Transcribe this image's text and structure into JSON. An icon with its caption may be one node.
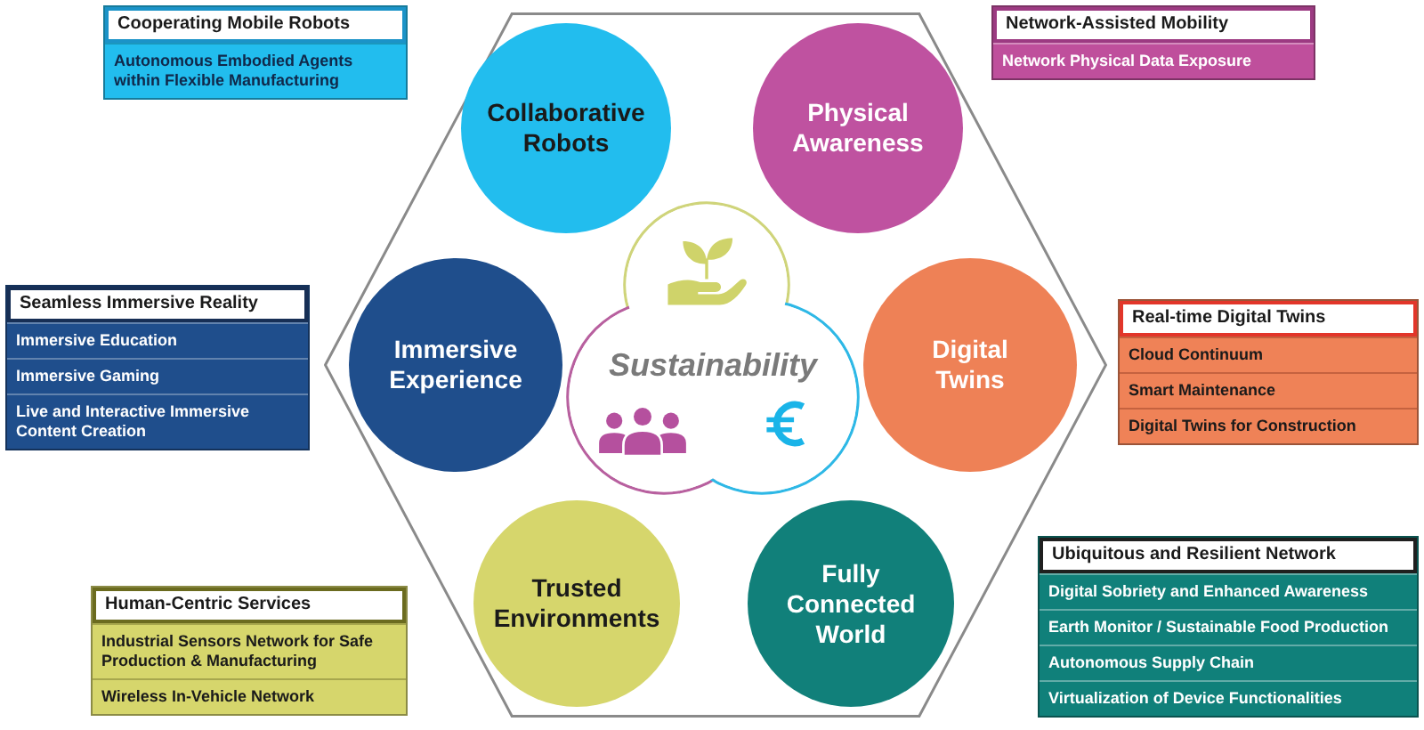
{
  "diagram": {
    "nodes": [
      {
        "text": [
          "Cooperating Mobile Robots"
        ]
      },
      {
        "text": [
          "Autonomous Embodied Agents within Flexible Manufacturing"
        ],
        "in": 0
      },
      {
        "text": [],
        "shape": "hexagon"
      },
      {
        "text": [
          "Collaborative Robots"
        ],
        "in": 2
      },
      {
        "text": [
          "Physical Awareness"
        ],
        "in": 2
      },
      {
        "text": [
          "Network-Assisted Mobility"
        ]
      },
      {
        "text": [
          "Network Physical Data Exposure"
        ],
        "in": 5
      },
      {
        "text": [
          "Seamless Immersive Reality"
        ]
      },
      {
        "text": [
          "Immersive Education"
        ],
        "in": 7
      },
      {
        "text": [
          "Immersive Gaming"
        ],
        "in": 7
      },
      {
        "text": [
          "Live and Interactive Immersive Content Creation"
        ],
        "in": 7
      },
      {
        "text": [
          "Immersive Experience"
        ],
        "in": 2
      },
      {
        "text": [
          "Sustainability"
        ],
        "in": 2
      },
      {
        "text": [
          "Digital Twins"
        ],
        "in": 2
      },
      {
        "text": [
          "Real-time Digital Twins"
        ]
      },
      {
        "text": [
          "Cloud Continuum"
        ],
        "in": 14
      },
      {
        "text": [
          "Smart Maintenance"
        ],
        "in": 14
      },
      {
        "text": [
          "Digital Twins for Construction"
        ],
        "in": 14
      },
      {
        "text": [
          "Human-Centric Services"
        ]
      },
      {
        "text": [
          "Industrial Sensors Network for Safe Production & Manufacturing"
        ],
        "in": 18
      },
      {
        "text": [
          "Wireless In-Vehicle Network"
        ],
        "in": 18
      },
      {
        "text": [
          "Trusted Environments"
        ],
        "in": 2
      },
      {
        "text": [
          "Fully Connected World"
        ],
        "in": 2
      },
      {
        "text": [
          "Ubiquitous and Resilient Network"
        ]
      },
      {
        "text": [
          "Digital Sobriety and Enhanced Awareness"
        ],
        "in": 23
      },
      {
        "text": [
          "Earth Monitor / Sustainable Food Production"
        ],
        "in": 23
      },
      {
        "text": [
          "Autonomous Supply Chain"
        ],
        "in": 23
      },
      {
        "text": [
          "Virtualization of Device Functionalities"
        ],
        "in": 23
      }
    ]
  }
}
